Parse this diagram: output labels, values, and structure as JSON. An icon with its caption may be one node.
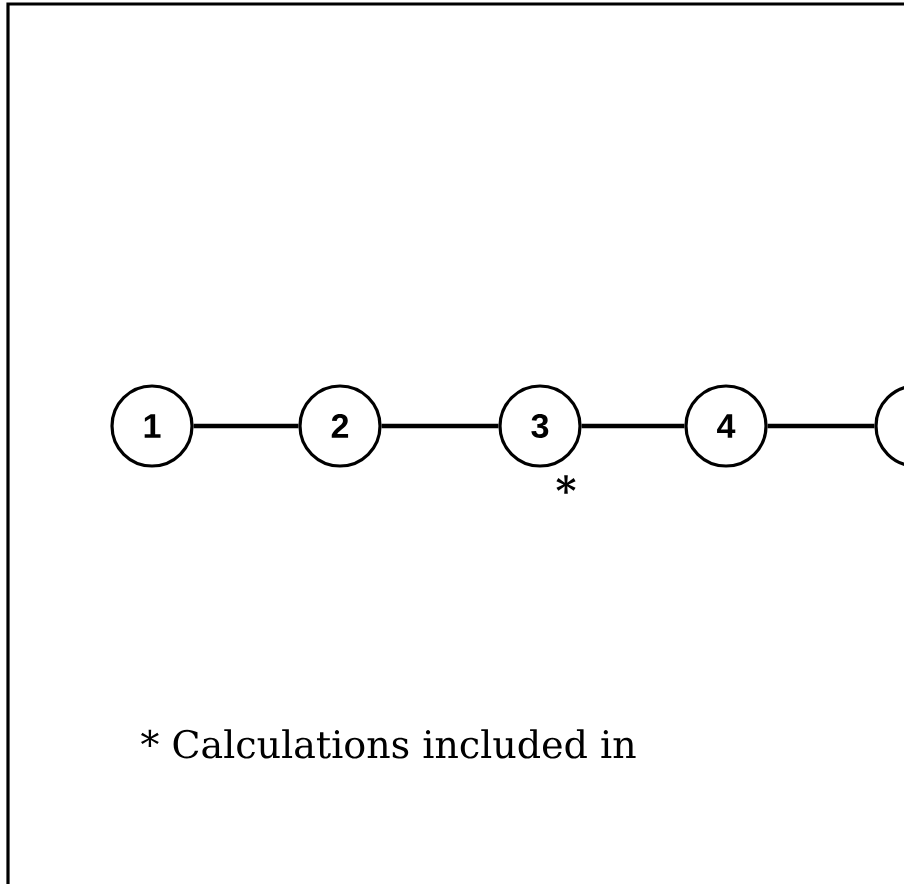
{
  "diagram": {
    "nodes": [
      {
        "text": [
          "1"
        ]
      },
      {
        "text": [
          "2"
        ]
      },
      {
        "text": [
          "3"
        ],
        "beside": [
          "*"
        ]
      },
      {
        "text": [
          "4"
        ]
      },
      {
        "text": [],
        "shape": "circle"
      }
    ],
    "edges": [
      {
        "from": 0,
        "to": 1,
        "arrow": "none"
      },
      {
        "from": 1,
        "to": 2,
        "arrow": "none"
      },
      {
        "from": 2,
        "to": 3,
        "arrow": "none"
      },
      {
        "from": 3,
        "to": 4,
        "arrow": "none"
      }
    ],
    "labels": [
      "* Calculations included in"
    ]
  }
}
